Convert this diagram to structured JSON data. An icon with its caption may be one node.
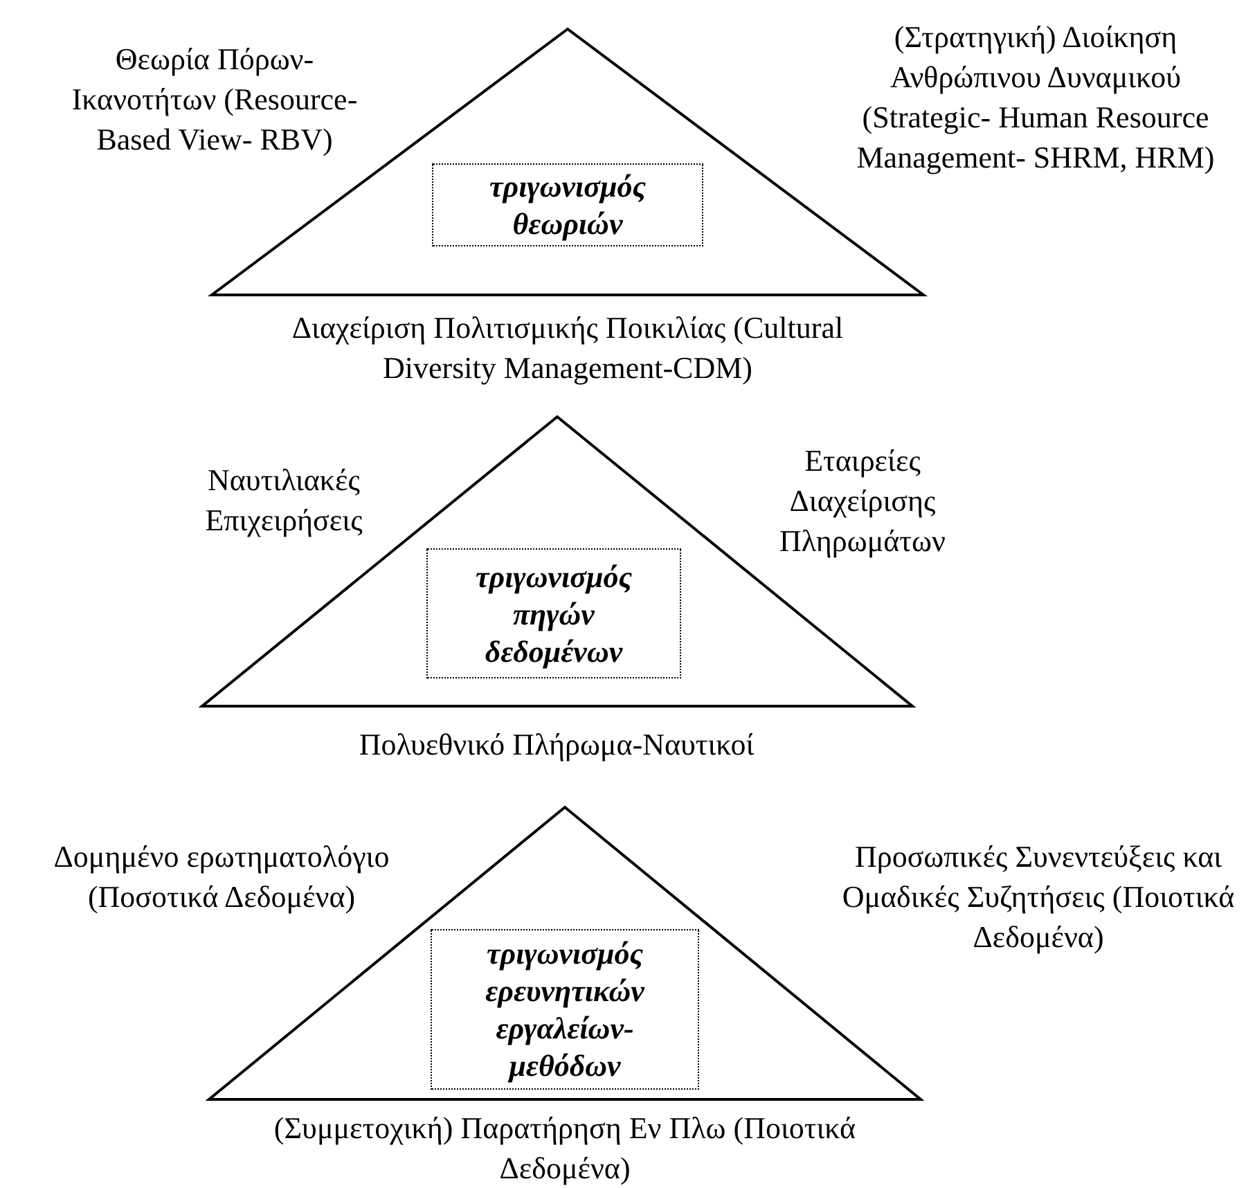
{
  "diagram": {
    "nodes": [
      {
        "text": [],
        "shape": "triangle",
        "beside": [
          "Θεωρία Πόρων- Ικανοτήτων (Resource-Based View- RBV)",
          "(Στρατηγική) Διοίκηση Ανθρώπινου Δυναμικού (Strategic- Human Resource Management- SHRM, HRM)",
          "Διαχείριση Πολιτισμικής Ποικιλίας (Cultural Diversity Management-CDM)"
        ]
      },
      {
        "text": [
          "τριγωνισμός θεωριών"
        ],
        "in": 0
      },
      {
        "text": [],
        "shape": "triangle",
        "beside": [
          "Ναυτιλιακές Επιχειρήσεις",
          "Εταιρείες Διαχείρισης Πληρωμάτων",
          "Πολυεθνικό Πλήρωμα-Ναυτικοί"
        ]
      },
      {
        "text": [
          "τριγωνισμός πηγών δεδομένων"
        ],
        "in": 2
      },
      {
        "text": [],
        "shape": "triangle",
        "beside": [
          "Δομημένο ερωτηματολόγιο (Ποσοτικά Δεδομένα)",
          "Προσωπικές Συνεντεύξεις και Ομαδικές Συζητήσεις (Ποιοτικά Δεδομένα)",
          "(Συμμετοχική) Παρατήρηση Εν Πλω (Ποιοτικά Δεδομένα)"
        ]
      },
      {
        "text": [
          "τριγωνισμός ερευνητικών εργαλείων- μεθόδων"
        ],
        "in": 4
      }
    ]
  }
}
